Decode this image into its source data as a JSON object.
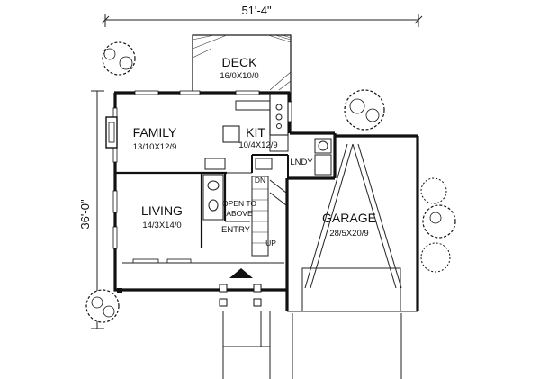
{
  "plan": {
    "overall_width": "51'-4\"",
    "overall_depth": "36'-0\"",
    "rooms": {
      "deck": {
        "name": "DECK",
        "size": "16/0X10/0"
      },
      "family": {
        "name": "FAMILY",
        "size": "13/10X12/9"
      },
      "kit": {
        "name": "KIT",
        "size": "10/4X12/9"
      },
      "lndy": {
        "name": "LNDY"
      },
      "living": {
        "name": "LIVING",
        "size": "14/3X14/0"
      },
      "garage": {
        "name": "GARAGE",
        "size": "28/5X20/9"
      },
      "entry": {
        "name": "ENTRY"
      }
    },
    "labels": {
      "open_to_line1": "OPEN TO",
      "open_to_line2": "ABOVE",
      "stair_dn": "DN",
      "stair_up": "UP"
    }
  }
}
